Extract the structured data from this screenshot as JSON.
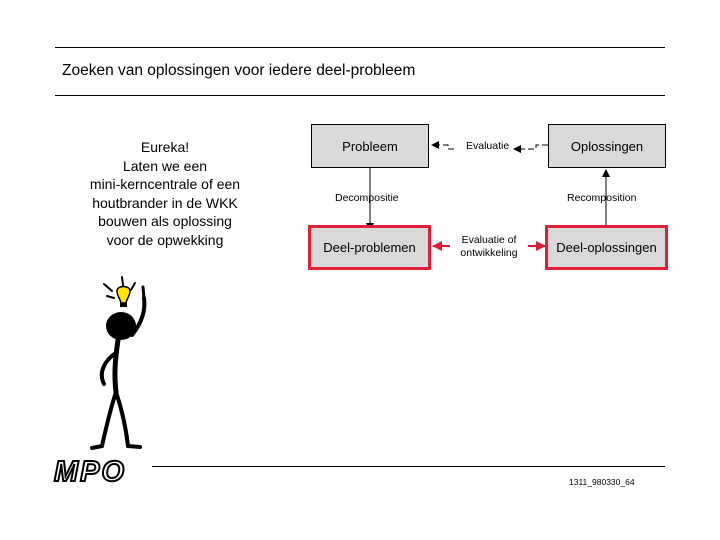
{
  "slide": {
    "title": "Zoeken van oplossingen voor iedere deel-probleem",
    "eureka_lines": [
      "Eureka!",
      "Laten we een",
      "mini-kerncentrale of een",
      "houtbrander  in de WKK",
      "bouwen als oplossing",
      "voor de opwekking"
    ],
    "footer_code": "1311_980330_64",
    "logo_text": "MPO"
  },
  "diagram": {
    "probleem": "Probleem",
    "oplossingen": "Oplossingen",
    "deel_problemen": "Deel-problemen",
    "deel_oplossingen": "Deel-oplossingen",
    "evaluatie": "Evaluatie",
    "decompositie": "Decompositie",
    "recomposition": "Recomposition",
    "evaluatie_of_line1": "Evaluatie of",
    "evaluatie_of_line2": "ontwikkeling"
  },
  "colors": {
    "highlight_border": "#e01e37",
    "box_fill": "#d9d9d9",
    "bulb": "#ffe600"
  }
}
